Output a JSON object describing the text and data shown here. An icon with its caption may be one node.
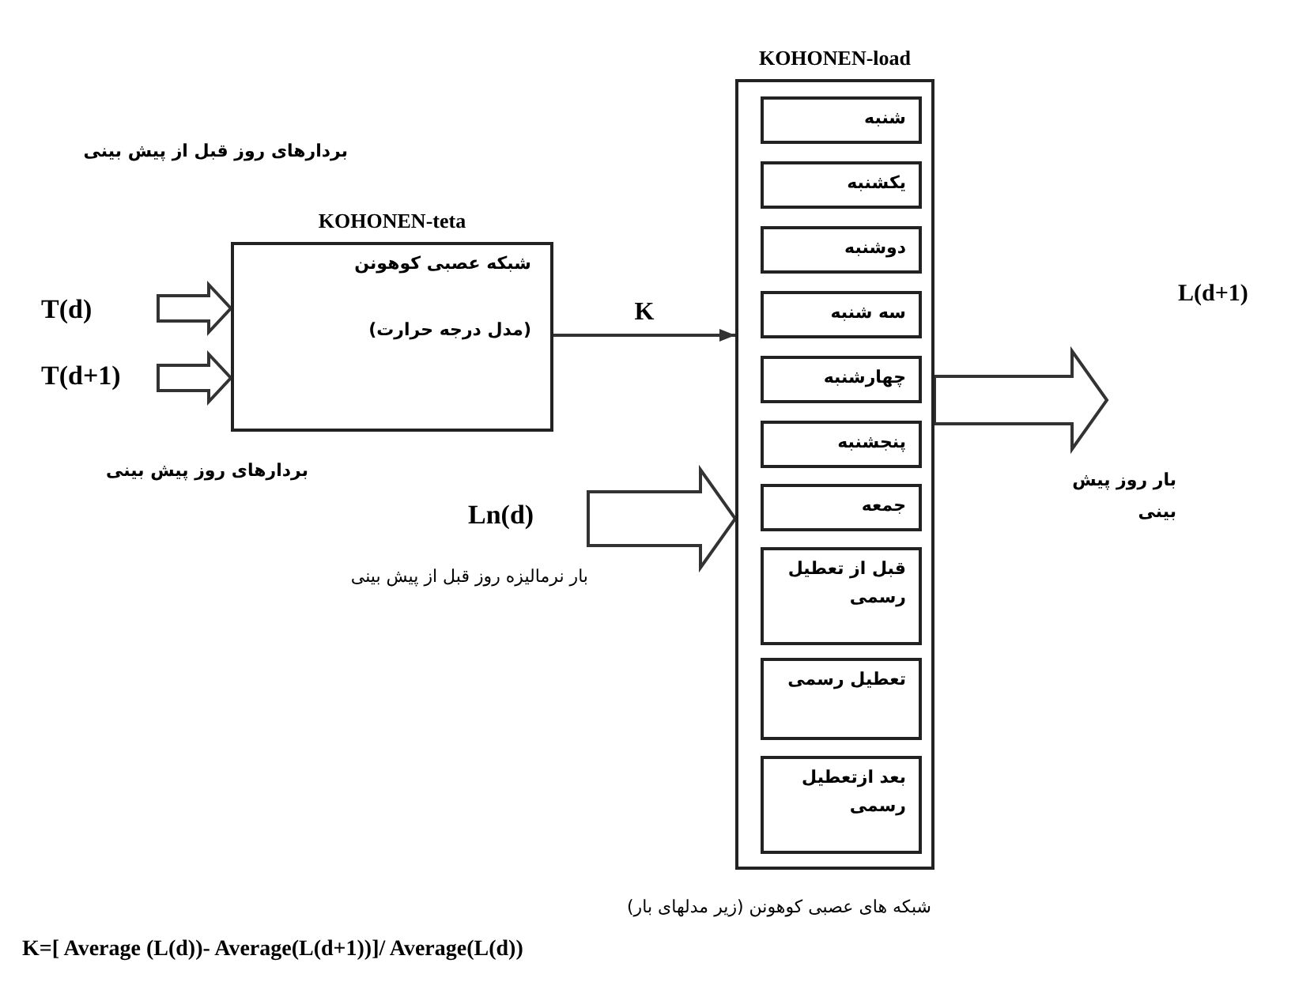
{
  "diagram": {
    "nodes": [
      {
        "text": [
          "T(d)"
        ]
      },
      {
        "text": [
          "T(d+1)"
        ]
      },
      {
        "text": [
          "KOHONEN-teta",
          "شبکه عصبی کوهونن",
          "(مدل درجه حرارت)"
        ]
      },
      {
        "text": [
          "Ln(d)"
        ],
        "beside": [
          "بار نرمالیزه روز قبل از پیش بینی"
        ]
      },
      {
        "text": [
          "KOHONEN-load"
        ],
        "beside": [
          "شبکه های عصبی کوهونن (زیر مدلهای بار)"
        ]
      },
      {
        "text": [
          "شنبه"
        ],
        "in": 4
      },
      {
        "text": [
          "یکشنبه"
        ],
        "in": 4
      },
      {
        "text": [
          "دوشنبه"
        ],
        "in": 4
      },
      {
        "text": [
          "سه شنبه"
        ],
        "in": 4
      },
      {
        "text": [
          "چهارشنبه"
        ],
        "in": 4
      },
      {
        "text": [
          "پنجشنبه"
        ],
        "in": 4
      },
      {
        "text": [
          "جمعه"
        ],
        "in": 4
      },
      {
        "text": [
          "قبل از تعطیل رسمی"
        ],
        "in": 4
      },
      {
        "text": [
          "تعطیل رسمی"
        ],
        "in": 4
      },
      {
        "text": [
          "بعد ازتعطیل رسمی"
        ],
        "in": 4
      }
    ],
    "edges": [
      {
        "from": 0,
        "to": 2,
        "arrow": "to",
        "style": "thick"
      },
      {
        "from": 1,
        "to": 2,
        "arrow": "to",
        "style": "thick"
      },
      {
        "from": 2,
        "to": 4,
        "arrow": "to",
        "label": "K"
      },
      {
        "from": 3,
        "to": 4,
        "arrow": "to",
        "style": "thick"
      },
      {
        "from": 4,
        "to": null,
        "arrow": "to",
        "style": "thick"
      }
    ],
    "labels": [
      "بردارهای روز قبل از پیش بینی",
      "بردارهای روز پیش بینی",
      "L(d+1)",
      "بار روز پیش بینی",
      "K=[ Average (L(d))- Average(L(d+1))]/ Average(L(d))"
    ]
  }
}
